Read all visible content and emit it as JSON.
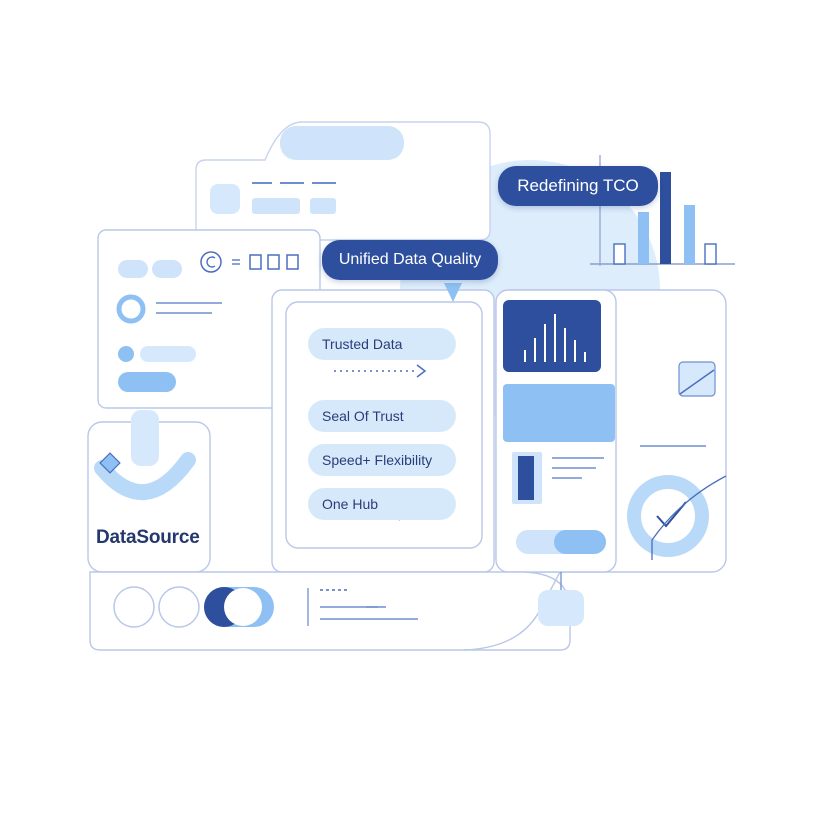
{
  "callouts": {
    "tco": "Redefining TCO",
    "unified": "Unified Data Quality"
  },
  "features": [
    "Trusted Data",
    "Seal Of Trust",
    "Speed+ Flexibility",
    "One Hub"
  ],
  "source": {
    "label": "DataSource"
  },
  "colors": {
    "navy": "#2e4e9e",
    "light_blue": "#d6e9fb",
    "mid_blue": "#8ec0f3",
    "outline": "#b9c8e8",
    "text": "#24386e"
  },
  "icons": [
    "copyright-icon",
    "chevron-right-icon",
    "diamond-icon",
    "check-icon",
    "bar-chart-icon",
    "toggle-icon"
  ]
}
